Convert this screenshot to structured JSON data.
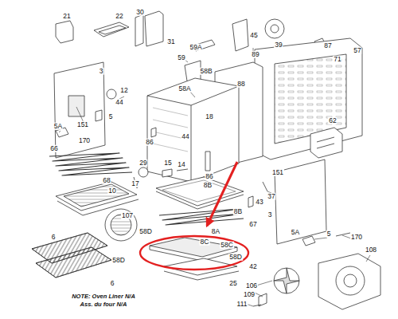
{
  "diagram": {
    "labels": [
      "21",
      "22",
      "30",
      "31",
      "45",
      "39",
      "87",
      "57",
      "59A",
      "89",
      "71",
      "59",
      "3",
      "58B",
      "88",
      "58A",
      "12",
      "44",
      "5",
      "18",
      "62",
      "151",
      "5A",
      "44",
      "86",
      "170",
      "66",
      "29",
      "15",
      "14",
      "68",
      "151",
      "86",
      "8B",
      "17",
      "37",
      "10",
      "43",
      "8B",
      "3",
      "107",
      "67",
      "8A",
      "58D",
      "5",
      "170",
      "6",
      "5A",
      "8C",
      "58C",
      "58D",
      "108",
      "58D",
      "42",
      "6",
      "25",
      "106",
      "109",
      "111",
      "NOTE: Oven Liner N/A",
      "Ass. du four N/A"
    ]
  }
}
